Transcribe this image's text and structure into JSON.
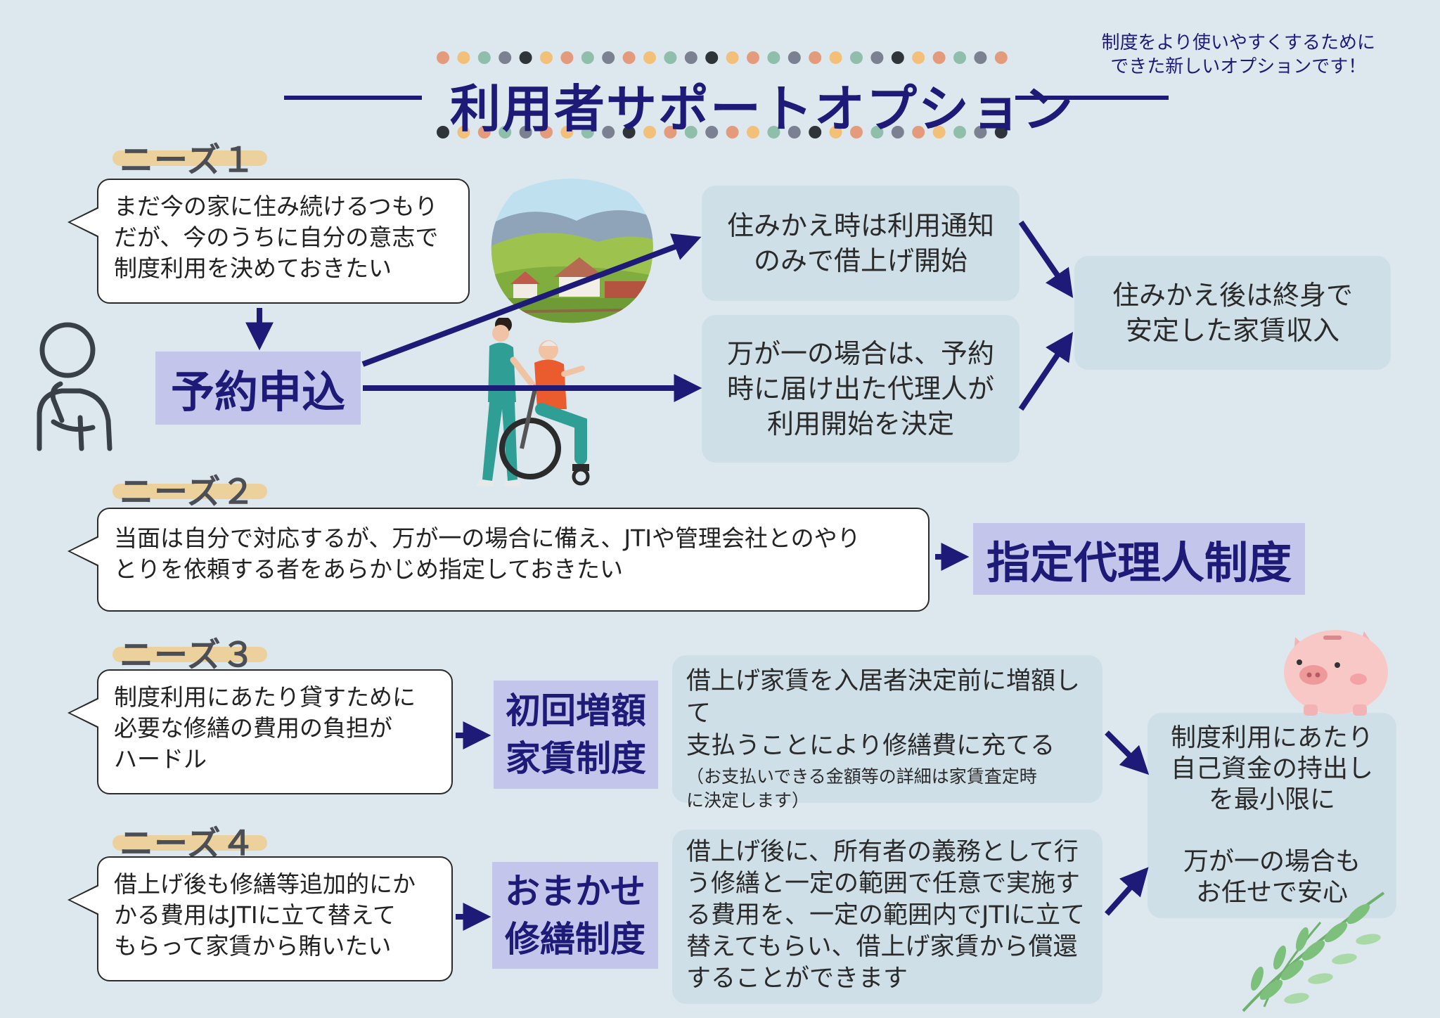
{
  "header": {
    "title": "利用者サポートオプション",
    "subtitle_line1": "制度をより使いやすくするために",
    "subtitle_line2": "できた新しいオプションです！"
  },
  "needs": [
    {
      "label": "ニーズ１",
      "bubble_lines": [
        "まだ今の家に住み続けるつもり",
        "だが、今のうちに自分の意志で",
        "制度利用を決めておきたい"
      ],
      "option": "予約申込"
    },
    {
      "label": "ニーズ２",
      "bubble_lines": [
        "当面は自分で対応するが、万が一の場合に備え、JTIや管理会社とのやり",
        "とりを依頼する者をあらかじめ指定しておきたい"
      ],
      "option": "指定代理人制度"
    },
    {
      "label": "ニーズ３",
      "bubble_lines": [
        "制度利用にあたり貸すために",
        "必要な修繕の費用の負担が",
        "ハードル"
      ],
      "option_line1": "初回増額",
      "option_line2": "家賃制度"
    },
    {
      "label": "ニーズ４",
      "bubble_lines": [
        "借上げ後も修繕等追加的にか",
        "かる費用はJTIに立て替えて",
        "もらって家賃から賄いたい"
      ],
      "option_line1": "おまかせ",
      "option_line2": "修繕制度"
    }
  ],
  "cards": {
    "card1_lines": [
      "住みかえ時は利用通知",
      "のみで借上げ開始"
    ],
    "card2_lines": [
      "万が一の場合は、予約",
      "時に届け出た代理人が",
      "利用開始を決定"
    ],
    "result1_lines": [
      "住みかえ後は終身で",
      "安定した家賃収入"
    ],
    "card3_lines": [
      "借上げ家賃を入居者決定前に増額して",
      "支払うことにより修繕費に充てる"
    ],
    "card3_note_lines": [
      "（お支払いできる金額等の詳細は家賃査定時",
      "に決定します）"
    ],
    "card4_lines": [
      "借上げ後に、所有者の義務として行",
      "う修繕と一定の範囲で任意で実施す",
      "る費用を、一定の範囲内でJTIに立て",
      "替えてもらい、借上げ家賃から償還",
      "することができます"
    ],
    "result2_lines": [
      "制度利用にあたり",
      "自己資金の持出し",
      "を最小限に",
      "",
      "万が一の場合も",
      "お任せで安心"
    ]
  },
  "colors": {
    "navy": "#1e1a78",
    "background": "#dde8ee",
    "card": "#cfdfe7",
    "label_box": "#c3c6ea",
    "need_underline": "#f0cd8e"
  },
  "dots": {
    "colors": [
      "#e39b7b",
      "#f2c079",
      "#8fbeaa",
      "#7b8190",
      "#2f3438",
      "#f2c079",
      "#e39b7b",
      "#8fbeaa",
      "#7b8190"
    ]
  }
}
